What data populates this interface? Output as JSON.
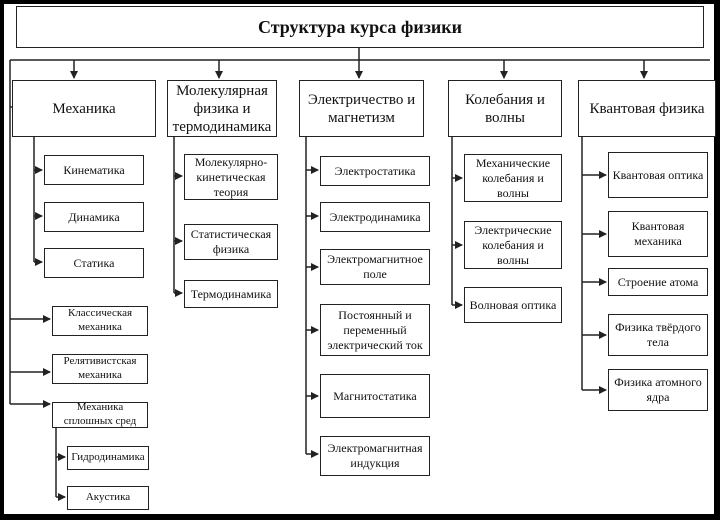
{
  "title": "Структура курса физики",
  "sections": {
    "mechanics": {
      "label": "Механика",
      "items": [
        "Кинематика",
        "Динамика",
        "Статика"
      ],
      "subsections": [
        "Классическая механика",
        "Релятивистская механика",
        "Механика сплошных сред"
      ],
      "continuum": [
        "Гидродинамика",
        "Акустика"
      ]
    },
    "molecular": {
      "label": "Молекулярная физика и термодинамика",
      "items": [
        "Молекулярно-кинетическая теория",
        "Статистическая физика",
        "Термодинамика"
      ]
    },
    "electricity": {
      "label": "Электричество и магнетизм",
      "items": [
        "Электростатика",
        "Электродинамика",
        "Электромагнитное поле",
        "Постоянный и переменный электрический ток",
        "Магнитостатика",
        "Электромагнитная индукция"
      ]
    },
    "oscillations": {
      "label": "Колебания и волны",
      "items": [
        "Механические колебания и волны",
        "Электрические колебания и волны",
        "Волновая оптика"
      ]
    },
    "quantum": {
      "label": "Квантовая физика",
      "items": [
        "Квантовая оптика",
        "Квантовая механика",
        "Строение атома",
        "Физика твёрдого тела",
        "Физика атомного ядра"
      ]
    }
  }
}
